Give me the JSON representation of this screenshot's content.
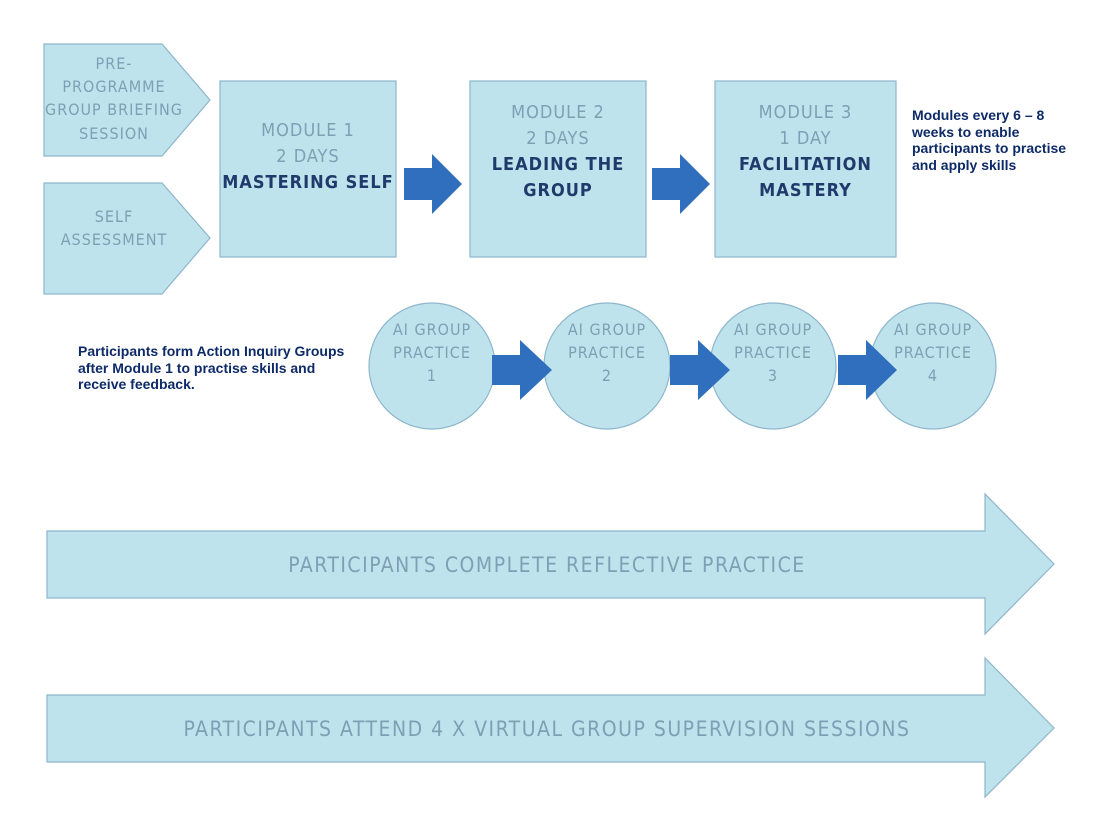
{
  "briefing": {
    "l1": "PRE-PROGRAMME",
    "l2": "GROUP BRIEFING",
    "l3": "SESSION"
  },
  "assessment": {
    "l1": "SELF",
    "l2": "ASSESSMENT"
  },
  "modules": [
    {
      "l1": "MODULE 1",
      "l2": "2 DAYS",
      "t1": "MASTERING SELF",
      "t2": ""
    },
    {
      "l1": "MODULE 2",
      "l2": "2 DAYS",
      "t1": "LEADING THE",
      "t2": "GROUP"
    },
    {
      "l1": "MODULE 3",
      "l2": "1 DAY",
      "t1": "FACILITATION",
      "t2": "MASTERY"
    }
  ],
  "modules_note": "Modules every 6 – 8 weeks to enable participants to practise and apply skills",
  "ai_note": "Participants form Action Inquiry Groups after Module 1 to practise skills and receive feedback.",
  "ai_groups": [
    {
      "l1": "AI GROUP",
      "l2": "PRACTICE",
      "l3": "1"
    },
    {
      "l1": "AI GROUP",
      "l2": "PRACTICE",
      "l3": "2"
    },
    {
      "l1": "AI GROUP",
      "l2": "PRACTICE",
      "l3": "3"
    },
    {
      "l1": "AI GROUP",
      "l2": "PRACTICE",
      "l3": "4"
    }
  ],
  "banners": [
    "PARTICIPANTS COMPLETE REFLECTIVE PRACTICE",
    "PARTICIPANTS ATTEND 4 X VIRTUAL GROUP SUPERVISION SESSIONS"
  ],
  "colors": {
    "fill": "#bfe3ec",
    "stroke": "#8db6cc",
    "arrow": "#2f6fbe",
    "note": "#0d2a68",
    "label": "#7f9fb5"
  }
}
